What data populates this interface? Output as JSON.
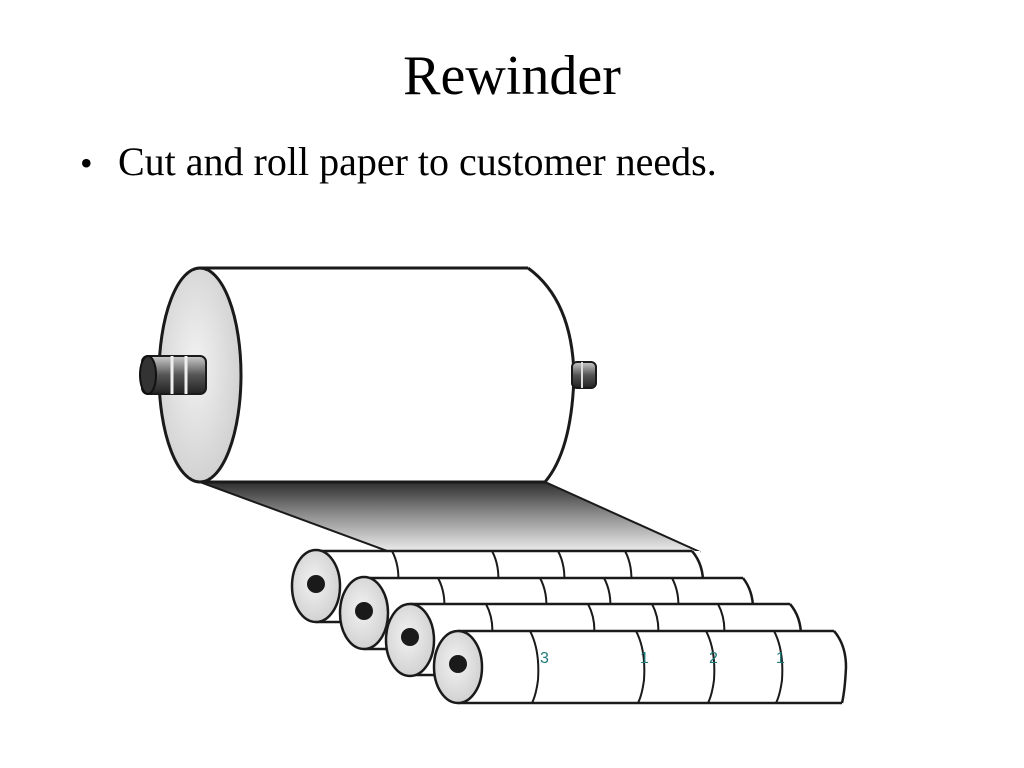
{
  "slide": {
    "title": "Rewinder",
    "bullets": [
      {
        "marker": "•",
        "text": "Cut and roll paper to customer needs."
      }
    ]
  },
  "illustration": {
    "subject": "paper-rewinder-machine",
    "roll_labels": [
      "3",
      "1",
      "2",
      "1"
    ],
    "colors": {
      "outline": "#1a1a1a",
      "paper": "#ffffff",
      "roll_end": "#d9d9d9",
      "sheet_dark": "#3a3a3a",
      "sheet_light": "#e6e6e6",
      "label": "#1f7a7a"
    }
  }
}
